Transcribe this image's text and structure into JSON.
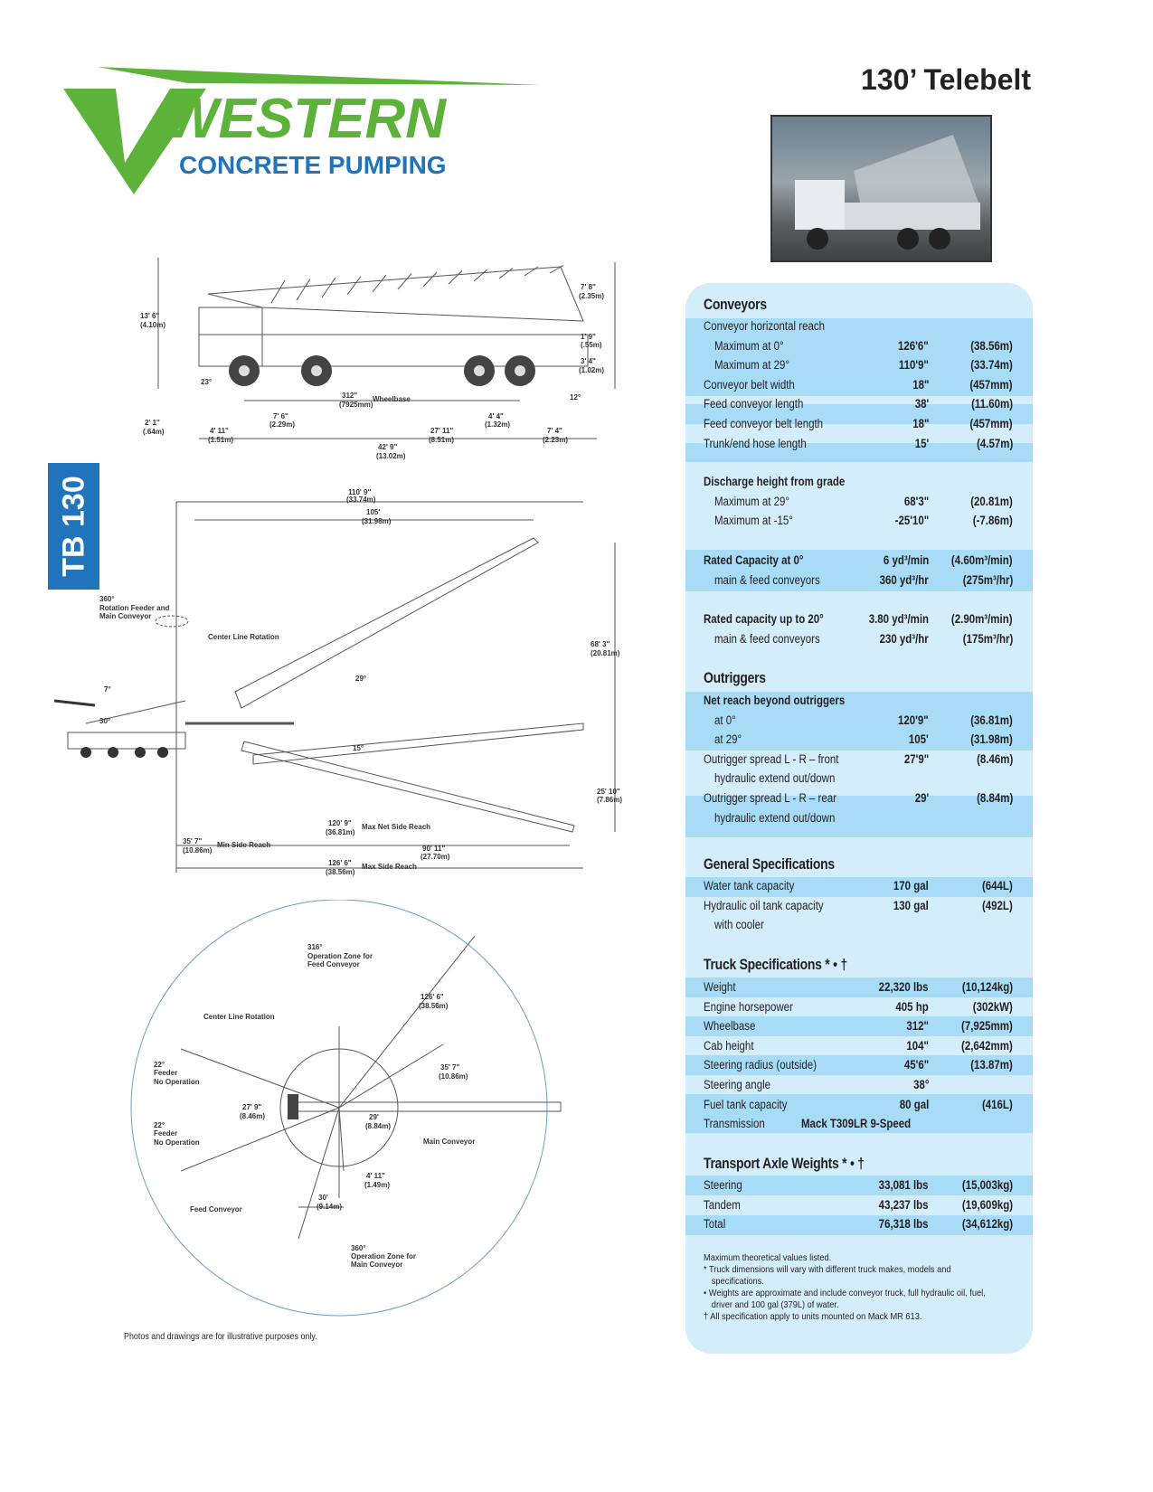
{
  "logo": {
    "wordmark": "WESTERN",
    "tagline": "CONCRETE PUMPING",
    "green": "#5db23a",
    "blue": "#1f74bb"
  },
  "title": "130’ Telebelt",
  "side_label": "TB 130",
  "disclaimer": "Photos and drawings are for illustrative purposes only.",
  "diagram_side": {
    "labels": [
      "13' 6\"",
      "(4.10m)",
      "7' 8\"",
      "(2.35m)",
      "1' 9\"",
      "(.55m)",
      "3' 4\"",
      "(1.02m)",
      "23°",
      "312\"",
      "(7925mm)",
      "Wheelbase",
      "12°",
      "7' 6\"",
      "(2.29m)",
      "4' 4\"",
      "(1.32m)",
      "2' 1\"",
      "(.64m)",
      "4' 11\"",
      "(1.51m)",
      "27' 11\"",
      "(8.51m)",
      "7' 4\"",
      "(2.23m)",
      "42' 9\"",
      "(13.02m)"
    ]
  },
  "diagram_reach": {
    "labels": [
      "110' 9\"",
      "(33.74m)",
      "105'",
      "(31.98m)",
      "360°",
      "Rotation Feeder and",
      "Main Conveyor",
      "Center Line Rotation",
      "68' 3\"",
      "(20.81m)",
      "29°",
      "7°",
      "30°",
      "15°",
      "25' 10\"",
      "(7.86m)",
      "120' 9\"",
      "(36.81m)",
      "Max Net Side Reach",
      "35' 7\"",
      "(10.86m)",
      "Min Side Reach",
      "90' 11\"",
      "(27.70m)",
      "126' 6\"",
      "(38.56m)",
      "Max Side Reach"
    ]
  },
  "diagram_plan": {
    "labels": [
      "316°",
      "Operation Zone for",
      "Feed Conveyor",
      "126' 6\"",
      "(38.56m)",
      "Center Line Rotation",
      "22°",
      "Feeder",
      "No Operation",
      "35' 7\"",
      "(10.86m)",
      "27' 9\"",
      "(8.46m)",
      "29'",
      "(8.84m)",
      "22°",
      "Feeder",
      "No Operation",
      "Main Conveyor",
      "4' 11\"",
      "(1.49m)",
      "30'",
      "(9.14m)",
      "Feed Conveyor",
      "360°",
      "Operation Zone for",
      "Main Conveyor"
    ]
  },
  "specs": {
    "conveyors": {
      "heading": "Conveyors",
      "rows": [
        {
          "label": "Conveyor horizontal reach",
          "value": "",
          "metric": ""
        },
        {
          "label": "Maximum at 0°",
          "value": "126'6\"",
          "metric": "(38.56m)"
        },
        {
          "label": "Maximum at 29°",
          "value": "110'9\"",
          "metric": "(33.74m)"
        },
        {
          "label": "Conveyor belt width",
          "value": "18\"",
          "metric": "(457mm)"
        },
        {
          "label": "Feed conveyor length",
          "value": "38'",
          "metric": "(11.60m)"
        },
        {
          "label": "Feed conveyor belt length",
          "value": "18\"",
          "metric": "(457mm)"
        },
        {
          "label": "Trunk/end hose length",
          "value": "15'",
          "metric": "(4.57m)"
        }
      ]
    },
    "discharge": {
      "rows": [
        {
          "label": "Discharge height from grade",
          "value": "",
          "metric": ""
        },
        {
          "label": "Maximum at 29°",
          "value": "68'3\"",
          "metric": "(20.81m)"
        },
        {
          "label": "Maximum at -15°",
          "value": "-25'10\"",
          "metric": "(-7.86m)"
        }
      ]
    },
    "capacity0": {
      "rows": [
        {
          "label": "Rated Capacity at 0°",
          "value": "6 yd³/min",
          "metric": "(4.60m³/min)"
        },
        {
          "label": "main & feed conveyors",
          "value": "360 yd³/hr",
          "metric": "(275m³/hr)"
        }
      ]
    },
    "capacity20": {
      "rows": [
        {
          "label": "Rated capacity up to 20°",
          "value": "3.80 yd³/min",
          "metric": "(2.90m³/min)"
        },
        {
          "label": "main & feed conveyors",
          "value": "230 yd³/hr",
          "metric": "(175m³/hr)"
        }
      ]
    },
    "outriggers": {
      "heading": "Outriggers",
      "rows": [
        {
          "label": "Net reach beyond outriggers",
          "value": "",
          "metric": ""
        },
        {
          "label": "at 0°",
          "value": "120'9\"",
          "metric": "(36.81m)"
        },
        {
          "label": "at 29°",
          "value": "105'",
          "metric": "(31.98m)"
        },
        {
          "label": "Outrigger spread L - R – front",
          "value": "27'9\"",
          "metric": "(8.46m)"
        },
        {
          "label": "hydraulic extend out/down",
          "value": "",
          "metric": ""
        },
        {
          "label": "Outrigger spread L - R – rear",
          "value": "29'",
          "metric": "(8.84m)"
        },
        {
          "label": "hydraulic extend out/down",
          "value": "",
          "metric": ""
        }
      ]
    },
    "general": {
      "heading": "General Specifications",
      "rows": [
        {
          "label": "Water tank capacity",
          "value": "170 gal",
          "metric": "(644L)"
        },
        {
          "label": "Hydraulic oil tank capacity",
          "value": "130 gal",
          "metric": "(492L)"
        },
        {
          "label": "with cooler",
          "value": "",
          "metric": ""
        }
      ]
    },
    "truck": {
      "heading": "Truck Specifications",
      "marks": "* • †",
      "rows": [
        {
          "label": "Weight",
          "value": "22,320 lbs",
          "metric": "(10,124kg)"
        },
        {
          "label": "Engine horsepower",
          "value": "405 hp",
          "metric": "(302kW)"
        },
        {
          "label": "Wheelbase",
          "value": "312\"",
          "metric": "(7,925mm)"
        },
        {
          "label": "Cab height",
          "value": "104\"",
          "metric": "(2,642mm)"
        },
        {
          "label": "Steering radius (outside)",
          "value": "45'6\"",
          "metric": "(13.87m)"
        },
        {
          "label": "Steering angle",
          "value": "38°",
          "metric": ""
        },
        {
          "label": "Fuel tank capacity",
          "value": "80 gal",
          "metric": "(416L)"
        }
      ],
      "transmission_label": "Transmission",
      "transmission_value": "Mack T309LR 9-Speed"
    },
    "axle": {
      "heading": "Transport Axle Weights",
      "marks": "* • †",
      "rows": [
        {
          "label": "Steering",
          "value": "33,081 lbs",
          "metric": "(15,003kg)"
        },
        {
          "label": "Tandem",
          "value": "43,237 lbs",
          "metric": "(19,609kg)"
        },
        {
          "label": "Total",
          "value": "76,318 lbs",
          "metric": "(34,612kg)"
        }
      ]
    },
    "notes": [
      "Maximum theoretical values listed.",
      "*  Truck dimensions will vary with different truck makes, models and specifications.",
      "•  Weights are approximate and include conveyor truck, full hydraulic oil, fuel, driver and 100 gal (379L) of water.",
      "†  All specification apply to units mounted on Mack MR 613."
    ]
  }
}
